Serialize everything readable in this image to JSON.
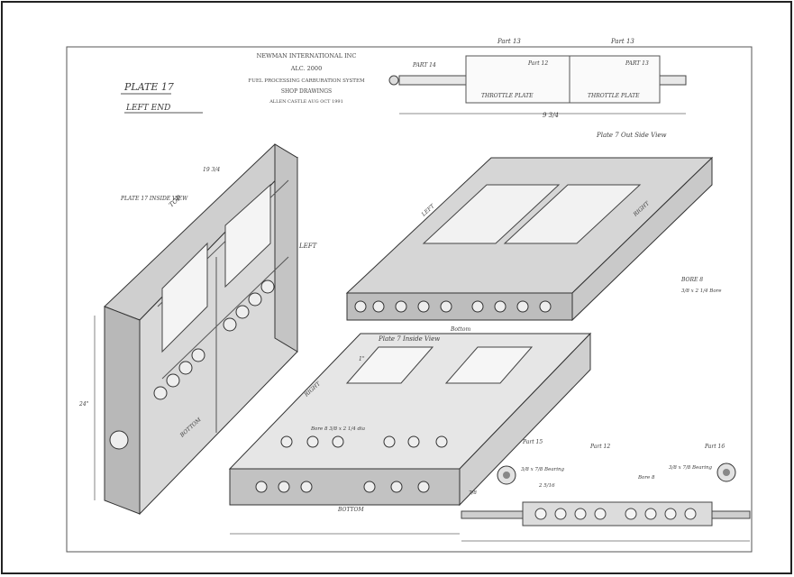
{
  "title_block": {
    "line1": "NEWMAN INTERNATIONAL INC",
    "line2": "ALC. 2000",
    "line3": "FUEL PROCESSING CARBURATION SYSTEM",
    "line4": "SHOP DRAWINGS",
    "line5": "ALLEN CASTLE AUG OCT 1991"
  },
  "plate_title": "PLATE 17",
  "left_end": "LEFT END",
  "labels": {
    "plate17_inside": "PLATE 17 INSIDE VIEW",
    "plate17_inside_view": "Plate 7 Inside View",
    "plate17_outside": "Plate 7 Out Side View",
    "top": "TOP",
    "left": "LEFT",
    "left2": "LEFT",
    "right": "RIGHT",
    "right2": "RIGHT",
    "bottom": "BOTTOM",
    "bottom2": "Bottom",
    "bottom3": "BOTTOM",
    "part13_top": "Part 13",
    "part13_top2": "Part 13",
    "part12": "Part 12",
    "part13": "PART 13",
    "part14": "PART 14",
    "throttle1": "THROTTLE PLATE",
    "throttle2": "THROTTLE PLATE",
    "part15": "Part 15",
    "part12b": "Part 12",
    "part16": "Part 16",
    "bearing1": "3/8 x 7/8 Bearing",
    "bearing2": "3/8 x 7/8 Bearing",
    "bore8": "BORE 8",
    "bore8_spec": "3/8 x 2 1/4 Bore",
    "bore8b": "Bore 8",
    "bore_holes": "Bore 8 3/8 x 2 1/4 dia",
    "dim_9_34": "9 3/4",
    "dim_7_8": "7/8",
    "dim_24": "24\"",
    "dim_19_34": "19 3/4",
    "dim_2_516": "2 5/16",
    "dim_1": "1\""
  }
}
